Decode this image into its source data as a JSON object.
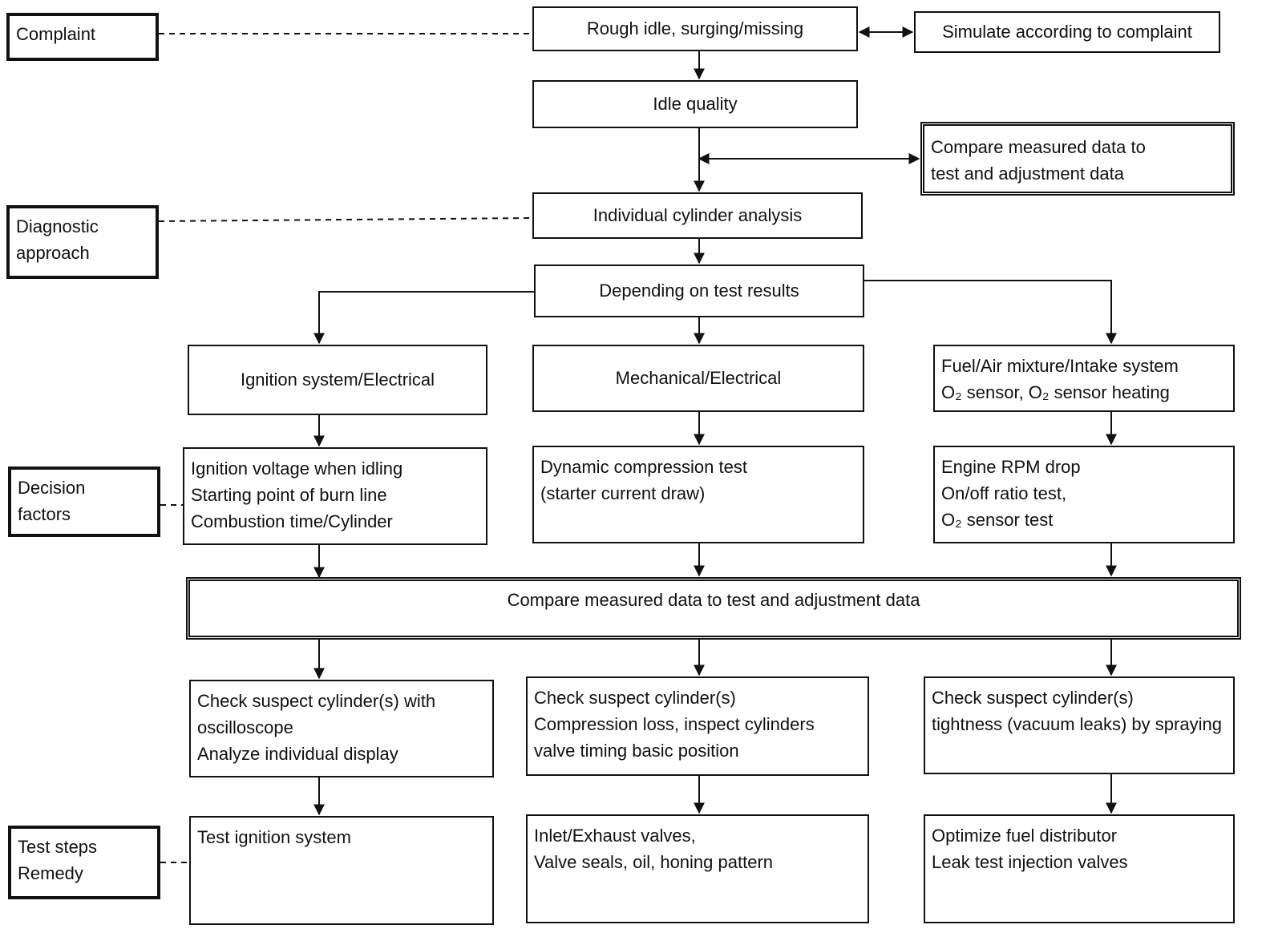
{
  "side_labels": {
    "complaint": "Complaint",
    "diagnostic_approach": [
      "Diagnostic",
      "approach"
    ],
    "decision_factors": [
      "Decision",
      "factors"
    ],
    "test_steps_remedy": [
      "Test steps",
      "Remedy"
    ]
  },
  "flow": {
    "rough_idle": "Rough idle, surging/missing",
    "simulate": "Simulate according to complaint",
    "idle_quality": "Idle quality",
    "compare_top": [
      "Compare measured data to",
      "test and adjustment data"
    ],
    "individual_cylinder": "Individual cylinder analysis",
    "depending": "Depending on test results",
    "branches": {
      "ignition": {
        "title": "Ignition system/Electrical",
        "factors": [
          "Ignition voltage when idling",
          "Starting point of burn line",
          "Combustion time/Cylinder"
        ],
        "check": [
          "Check suspect cylinder(s) with",
          "oscilloscope",
          "Analyze individual display"
        ],
        "remedy": [
          "Test ignition system"
        ]
      },
      "mechanical": {
        "title": "Mechanical/Electrical",
        "factors": [
          "Dynamic compression test",
          "(starter current draw)"
        ],
        "check": [
          "Check suspect cylinder(s)",
          "Compression loss, inspect cylinders",
          "valve timing basic position"
        ],
        "remedy": [
          "Inlet/Exhaust valves,",
          "Valve seals, oil, honing pattern"
        ]
      },
      "fuel": {
        "title": [
          "Fuel/Air mixture/Intake system",
          "O₂ sensor, O₂ sensor heating"
        ],
        "factors": [
          "Engine RPM drop",
          "On/off ratio test,",
          "O₂ sensor test"
        ],
        "check": [
          "Check suspect cylinder(s)",
          "tightness (vacuum leaks) by spraying"
        ],
        "remedy": [
          "Optimize fuel distributor",
          "Leak test injection valves"
        ]
      }
    },
    "compare_wide": "Compare measured data to test and adjustment data"
  }
}
